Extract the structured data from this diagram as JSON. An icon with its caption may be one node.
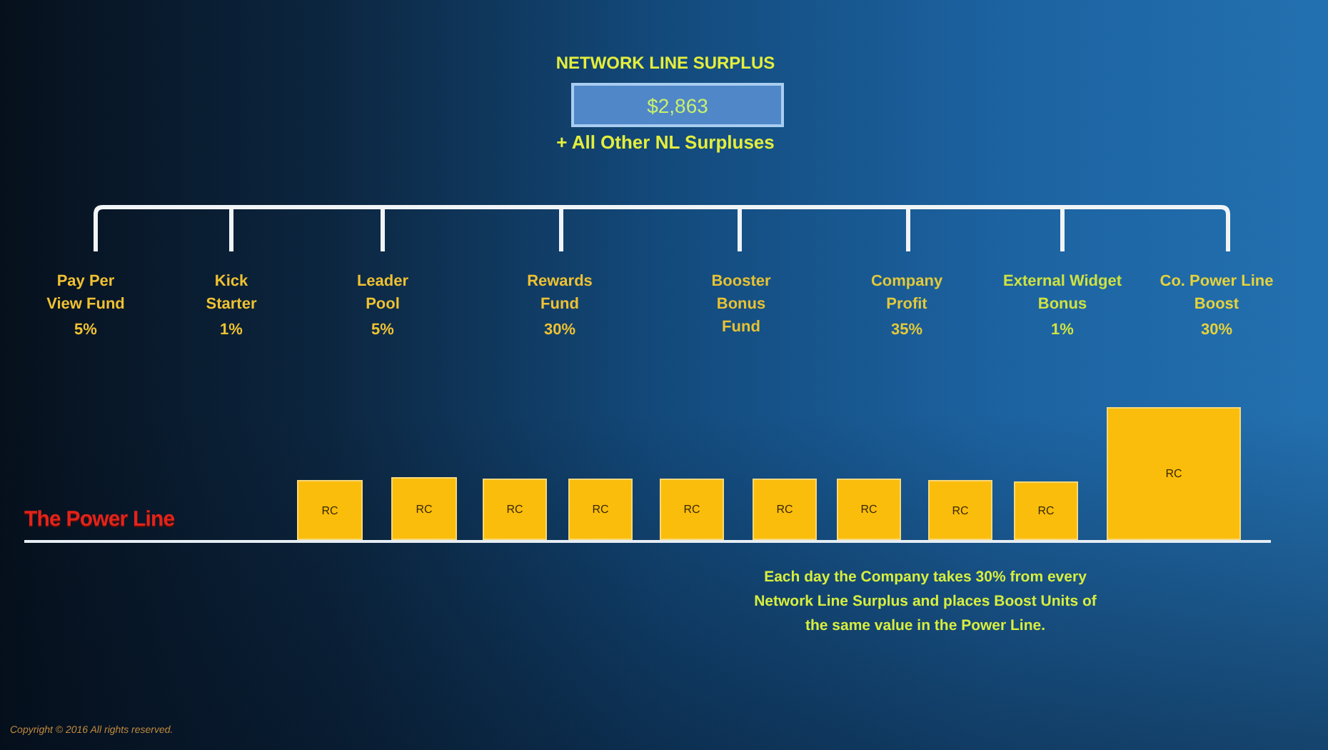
{
  "diagram": {
    "title": "NETWORK LINE SURPLUS",
    "nodes": [
      {
        "text": [
          "$2,863"
        ],
        "beside": [
          "+ All Other NL Surpluses"
        ]
      },
      {
        "text": [
          "RC"
        ]
      },
      {
        "text": [
          "RC"
        ]
      },
      {
        "text": [
          "RC"
        ]
      },
      {
        "text": [
          "RC"
        ]
      },
      {
        "text": [
          "RC"
        ]
      },
      {
        "text": [
          "RC"
        ]
      },
      {
        "text": [
          "RC"
        ]
      },
      {
        "text": [
          "RC"
        ]
      },
      {
        "text": [
          "RC"
        ]
      },
      {
        "text": [
          "RC"
        ]
      }
    ],
    "labels": [
      "Pay Per View Fund",
      "5%",
      "Kick Starter",
      "1%",
      "Leader Pool",
      "5%",
      "Rewards Fund",
      "30%",
      "Booster Bonus Fund",
      "Company Profit",
      "35%",
      "External Widget Bonus",
      "1%",
      "Co. Power Line Boost",
      "30%",
      "The Power Line",
      "Copyright © 2016 All rights reserved."
    ],
    "caption": "Each day the Company takes 30% from every Network Line Surplus and places Boost Units of the same value in the Power Line."
  }
}
